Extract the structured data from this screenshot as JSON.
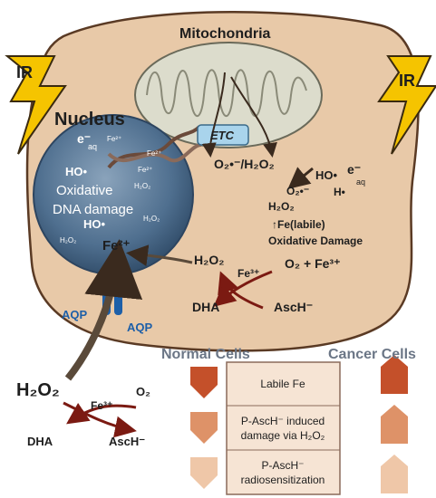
{
  "labels": {
    "mitochondria": "Mitochondria",
    "nucleus": "Nucleus",
    "ir_left": "IR",
    "ir_right": "IR",
    "etc": "ETC",
    "o2_h2o2": "O₂•⁻/H₂O₂",
    "nuc_eaq": "e⁻",
    "nuc_eaq_sub": "aq",
    "nuc_fe_a": "Fe²⁺",
    "nuc_fe_b": "Fe²⁺",
    "nuc_fe_c": "Fe²⁺",
    "nuc_h2o2_a": "H₂O₂",
    "nuc_ho_top": "HO•",
    "nuc_oxidative": "Oxidative",
    "nuc_dna": "DNA damage",
    "nuc_ho_bottom": "HO•",
    "nuc_h2o2_right": "H₂O₂",
    "nuc_h2o2_left": "H₂O₂",
    "nuc_fe2": "Fe²⁺",
    "rad_ho": "HO•",
    "rad_eaq": "e⁻",
    "rad_eaq_sub": "aq",
    "rad_h": "H•",
    "rad_o2": "O₂•⁻",
    "rad_h2o2": "H₂O₂",
    "fe_labile": "↑Fe(labile)",
    "oxidative_damage": "Oxidative Damage",
    "cell_h2o2": "H₂O₂",
    "cell_fe3": "Fe³⁺",
    "cell_o2_fe3": "O₂ + Fe³⁺",
    "cell_dha": "DHA",
    "cell_asch": "AscH⁻",
    "aqp_left": "AQP",
    "aqp_right": "AQP",
    "out_h2o2": "H₂O₂",
    "out_fe3": "Fe³⁺",
    "out_o2": "O₂",
    "out_dha": "DHA",
    "out_asch": "AscH⁻",
    "normal_cells": "Normal Cells",
    "cancer_cells": "Cancer Cells",
    "row1": "Labile Fe",
    "row2_a": "P-AscH⁻ induced",
    "row2_b": "damage via H₂O₂",
    "row3_a": "P-AscH⁻",
    "row3_b": "radiosensitization"
  },
  "colors": {
    "cell_fill": "#e8c9a8",
    "cell_stroke": "#5a3a24",
    "mito_fill": "#dcdccc",
    "nucleus_fill": "#4f6f8f",
    "lightning": "#f5c400",
    "etc_fill": "#a9d4ec",
    "aqp": "#1d5fa8",
    "arrow_dark": "#7b1a12",
    "arrow_brown": "#5a4a3a",
    "chevron_dark": "#c4502a",
    "chevron_mid": "#de9268",
    "chevron_light": "#efc7a8",
    "table_fill": "#f6e4d4",
    "header_text": "#6b7686"
  }
}
